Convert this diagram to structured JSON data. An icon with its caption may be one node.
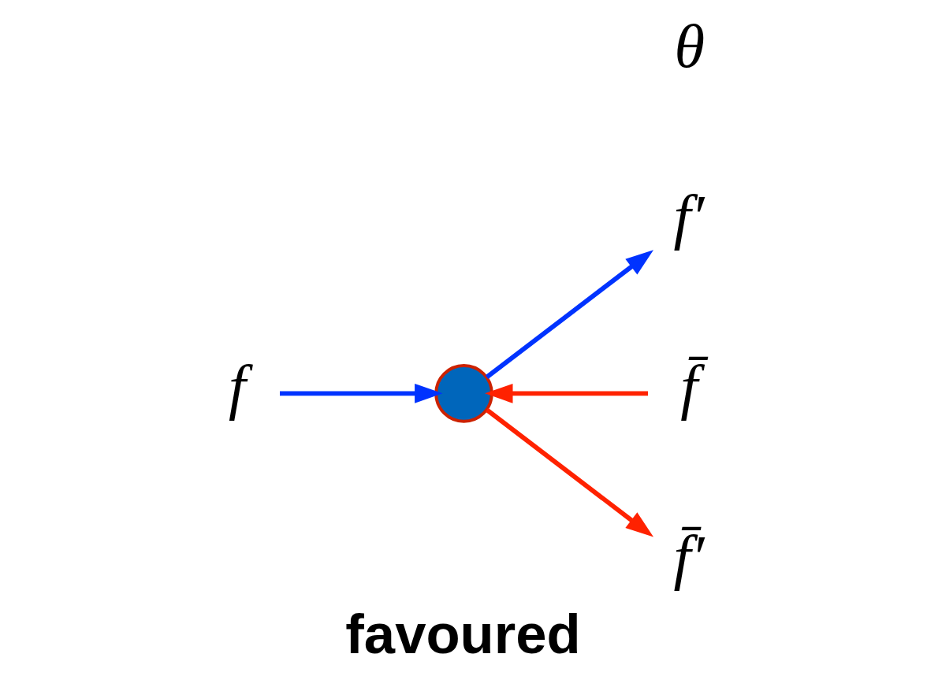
{
  "diagram": {
    "caption": "favoured",
    "nodes": [
      {
        "text": [
          "f′"
        ]
      },
      {
        "text": [
          "f"
        ]
      },
      {
        "text": [],
        "shape": "circle"
      },
      {
        "text": [
          "f̄"
        ]
      },
      {
        "text": [
          "f̄′"
        ]
      }
    ],
    "edges": [
      {
        "from": 1,
        "to": 2,
        "arrow": "to",
        "color": "#0033ff"
      },
      {
        "from": 3,
        "to": 2,
        "arrow": "to",
        "color": "#ff2200"
      },
      {
        "from": 2,
        "to": 0,
        "arrow": "to",
        "color": "#0033ff"
      },
      {
        "from": 2,
        "to": 4,
        "arrow": "to",
        "color": "#ff2200"
      }
    ],
    "labels": [
      "θ"
    ]
  }
}
